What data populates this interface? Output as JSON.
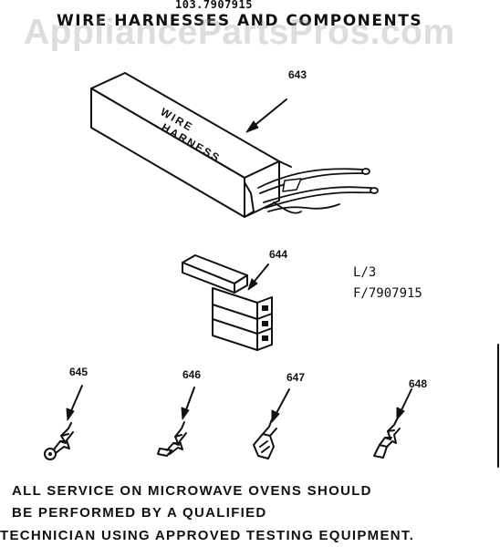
{
  "header": {
    "model_number": "103.7907915",
    "title": "WIRE HARNESSES AND COMPONENTS"
  },
  "watermark": "AppliancePartsPros.com",
  "box": {
    "label_line1": "WIRE",
    "label_line2": "HARNESS"
  },
  "parts": [
    {
      "number": "643",
      "name": "wire-harness"
    },
    {
      "number": "644",
      "name": "connector-block"
    },
    {
      "number": "645",
      "name": "ring-terminal"
    },
    {
      "number": "646",
      "name": "spade-terminal"
    },
    {
      "number": "647",
      "name": "flag-terminal"
    },
    {
      "number": "648",
      "name": "tab-terminal"
    }
  ],
  "reference": {
    "line1": "L/3",
    "line2": "F/7907915"
  },
  "notice": {
    "line1": "ALL SERVICE ON MICROWAVE OVENS SHOULD",
    "line2": "BE PERFORMED BY A QUALIFIED",
    "line3": "TECHNICIAN USING APPROVED TESTING EQUIPMENT."
  },
  "colors": {
    "ink": "#111111",
    "watermark": "#969696",
    "background": "#ffffff"
  }
}
